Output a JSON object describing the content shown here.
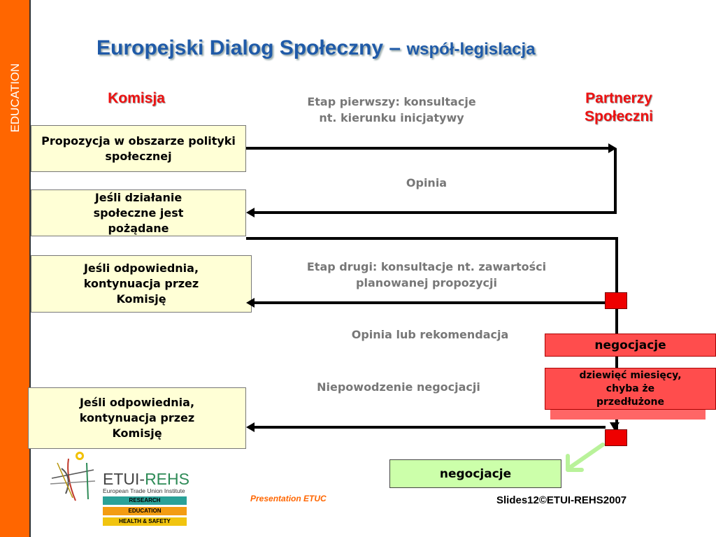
{
  "sidebar": {
    "label": "EDUCATION"
  },
  "title": {
    "main": "Europejski Dialog Społeczny –",
    "sub": "współ-legislacja"
  },
  "headers": {
    "commission": "Komisja",
    "partners_line1": "Partnerzy",
    "partners_line2": "Społeczni"
  },
  "boxes": {
    "box1": "Propozycja w obszarze polityki społecznej",
    "box2": "Jeśli działanie społeczne jest pożądane",
    "box3": "Jeśli odpowiednia, kontynuacja przez Komisję",
    "box4": "Jeśli odpowiednia, kontynuacja przez Komisję"
  },
  "labels": {
    "stage1_line1": "Etap pierwszy: konsultacje",
    "stage1_line2": "nt. kierunku inicjatywy",
    "opinion": "Opinia",
    "stage2_line1": "Etap drugi: konsultacje nt. zawartości",
    "stage2_line2": "planowanej propozycji",
    "opinion_rec": "Opinia lub rekomendacja",
    "failure": "Niepowodzenie negocjacji"
  },
  "negotiation": {
    "box1": "negocjacje",
    "box2_line1": "dziewięć miesięcy,",
    "box2_line2": "chyba że",
    "box2_line3": "przedłużone",
    "box3": "negocjacje"
  },
  "logo": {
    "name_a": "ETUI-",
    "name_b": "REHS",
    "institute": "European Trade Union Institute",
    "bar1": "RESEARCH",
    "bar2": "EDUCATION",
    "bar3": "HEALTH & SAFETY"
  },
  "footer": {
    "presentation": "Presentation ETUC",
    "slide": "Slides12©ETUI-REHS2007"
  },
  "colors": {
    "sidebar": "#ff6600",
    "title": "#1f5aa8",
    "header_red": "#ee1111",
    "neg_red": "#ff4d4d",
    "neg_green": "#ccffaa"
  }
}
